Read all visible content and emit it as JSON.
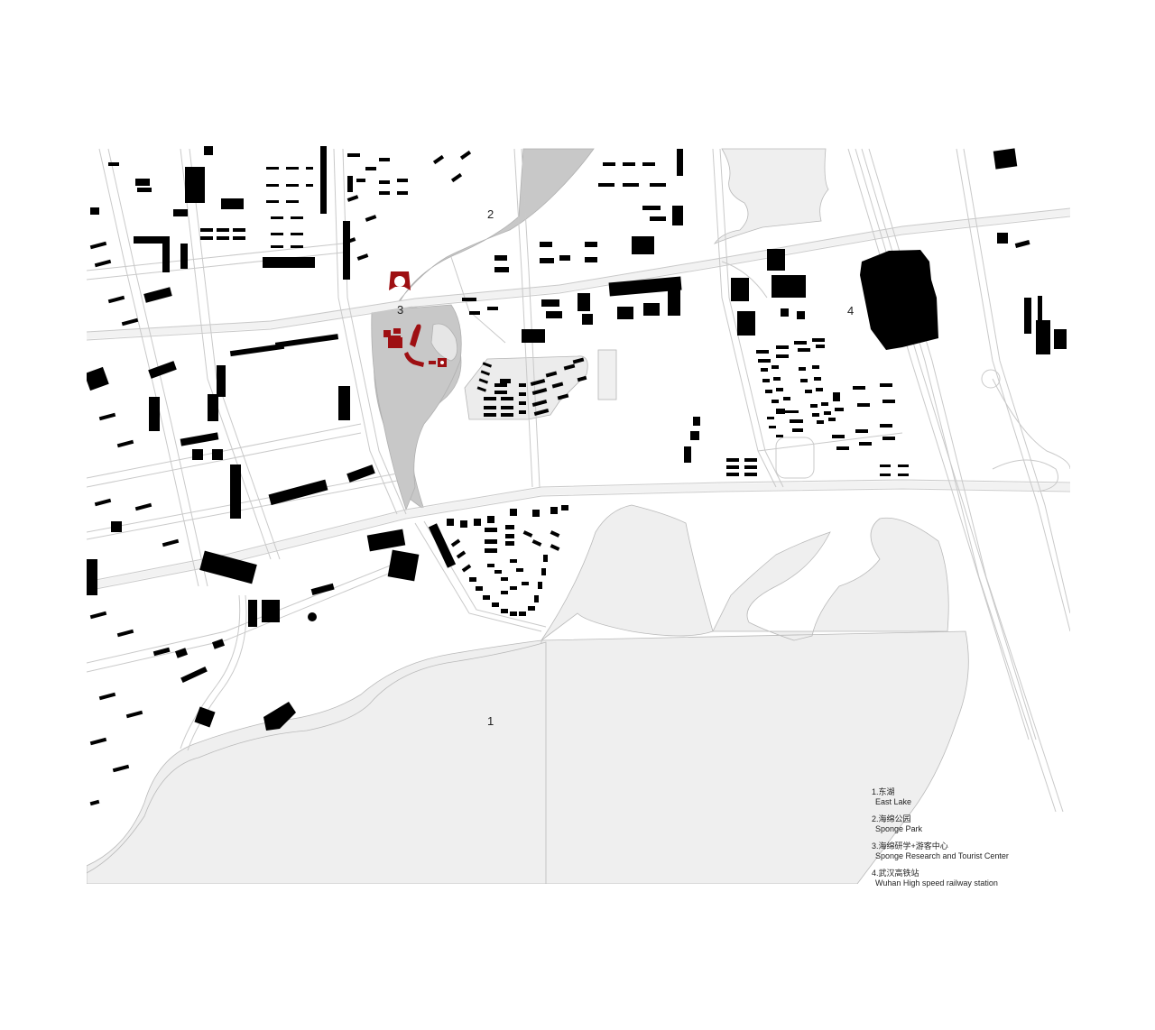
{
  "map": {
    "colors": {
      "background": "#ffffff",
      "water_fill": "#efefef",
      "park_fill": "#c8c8c8",
      "road_fill": "#f2f2f2",
      "road_edge": "#c9c9c9",
      "building": "#000000",
      "highlight_project": "#9e0f12",
      "text": "#222222"
    },
    "area_labels": [
      {
        "id": "1",
        "text": "1"
      },
      {
        "id": "2",
        "text": "2"
      },
      {
        "id": "3",
        "text": "3"
      },
      {
        "id": "4",
        "text": "4"
      }
    ]
  },
  "legend": {
    "items": [
      {
        "number_cn": "1.东湖",
        "en": "East Lake"
      },
      {
        "number_cn": "2.海绵公园",
        "en": "Sponge Park"
      },
      {
        "number_cn": "3.海绵研学+游客中心",
        "en": "Sponge Research and Tourist Center"
      },
      {
        "number_cn": "4.武汉高铁站",
        "en": "Wuhan High speed railway station"
      }
    ]
  }
}
